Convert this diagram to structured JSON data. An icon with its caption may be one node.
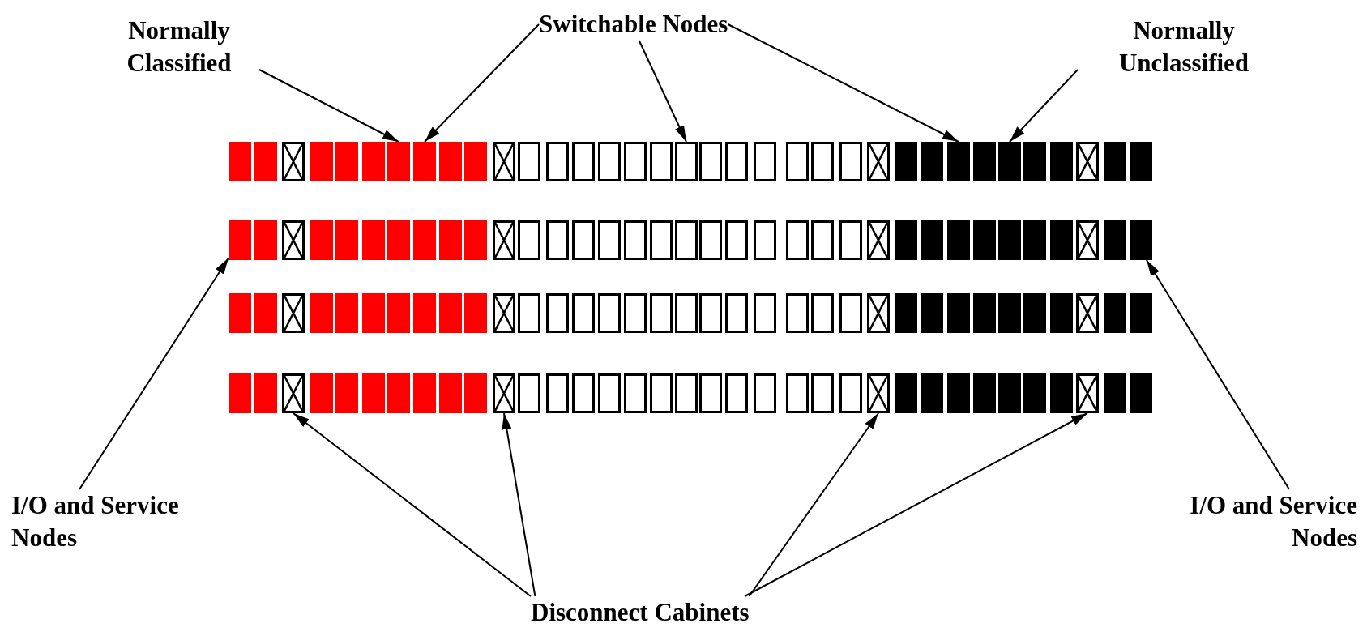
{
  "diagram": {
    "nodes": [
      {
        "text": [
          "Normally Classified"
        ]
      },
      {
        "text": [
          "Switchable Nodes"
        ]
      },
      {
        "text": [
          "Normally Unclassified"
        ]
      },
      {
        "text": [],
        "shape": "box"
      },
      {
        "text": [],
        "shape": "box"
      },
      {
        "text": [],
        "shape": "box"
      },
      {
        "text": [],
        "shape": "box"
      },
      {
        "text": [],
        "shape": "box"
      },
      {
        "text": [],
        "shape": "box"
      },
      {
        "text": [],
        "shape": "box"
      },
      {
        "text": [],
        "shape": "box"
      },
      {
        "text": [],
        "shape": "box"
      },
      {
        "text": [],
        "shape": "box"
      },
      {
        "text": [],
        "shape": "box"
      },
      {
        "text": [],
        "shape": "box"
      },
      {
        "text": [],
        "shape": "box"
      },
      {
        "text": [],
        "shape": "box"
      },
      {
        "text": [],
        "shape": "box"
      },
      {
        "text": [],
        "shape": "box"
      },
      {
        "text": [],
        "shape": "box"
      },
      {
        "text": [],
        "shape": "box"
      },
      {
        "text": [],
        "shape": "box"
      },
      {
        "text": [],
        "shape": "box"
      },
      {
        "text": [],
        "shape": "box"
      },
      {
        "text": [],
        "shape": "box"
      },
      {
        "text": [],
        "shape": "box"
      },
      {
        "text": [],
        "shape": "box"
      },
      {
        "text": [],
        "shape": "box"
      },
      {
        "text": [],
        "shape": "box"
      },
      {
        "text": [],
        "shape": "box"
      },
      {
        "text": [],
        "shape": "box"
      },
      {
        "text": [],
        "shape": "box"
      },
      {
        "text": [],
        "shape": "box"
      },
      {
        "text": [],
        "shape": "box"
      },
      {
        "text": [],
        "shape": "box"
      },
      {
        "text": [],
        "shape": "box"
      },
      {
        "text": [],
        "shape": "box"
      },
      {
        "text": [],
        "shape": "box"
      },
      {
        "text": [],
        "shape": "box"
      },
      {
        "text": [],
        "shape": "box"
      },
      {
        "text": [],
        "shape": "box"
      },
      {
        "text": [],
        "shape": "box"
      },
      {
        "text": [],
        "shape": "box"
      },
      {
        "text": [],
        "shape": "box"
      },
      {
        "text": [],
        "shape": "box"
      },
      {
        "text": [],
        "shape": "box"
      },
      {
        "text": [],
        "shape": "box"
      },
      {
        "text": [],
        "shape": "box"
      },
      {
        "text": [],
        "shape": "box"
      },
      {
        "text": [],
        "shape": "box"
      },
      {
        "text": [],
        "shape": "box"
      },
      {
        "text": [],
        "shape": "box"
      },
      {
        "text": [],
        "shape": "box"
      },
      {
        "text": [],
        "shape": "box"
      },
      {
        "text": [],
        "shape": "box"
      },
      {
        "text": [],
        "shape": "box"
      },
      {
        "text": [],
        "shape": "box"
      },
      {
        "text": [],
        "shape": "box"
      },
      {
        "text": [],
        "shape": "box"
      },
      {
        "text": [],
        "shape": "box"
      },
      {
        "text": [],
        "shape": "box"
      },
      {
        "text": [],
        "shape": "box"
      },
      {
        "text": [],
        "shape": "box"
      },
      {
        "text": [],
        "shape": "box"
      },
      {
        "text": [],
        "shape": "box"
      },
      {
        "text": [],
        "shape": "box"
      },
      {
        "text": [],
        "shape": "box"
      },
      {
        "text": [],
        "shape": "box"
      },
      {
        "text": [],
        "shape": "box"
      },
      {
        "text": [],
        "shape": "box"
      },
      {
        "text": [],
        "shape": "box"
      },
      {
        "text": [],
        "shape": "box"
      },
      {
        "text": [],
        "shape": "box"
      },
      {
        "text": [],
        "shape": "box"
      },
      {
        "text": [],
        "shape": "box"
      },
      {
        "text": [],
        "shape": "box"
      },
      {
        "text": [],
        "shape": "box"
      },
      {
        "text": [],
        "shape": "box"
      },
      {
        "text": [],
        "shape": "box"
      },
      {
        "text": [],
        "shape": "box"
      },
      {
        "text": [],
        "shape": "box"
      },
      {
        "text": [],
        "shape": "box"
      },
      {
        "text": [],
        "shape": "box"
      },
      {
        "text": [],
        "shape": "box"
      },
      {
        "text": [],
        "shape": "box"
      },
      {
        "text": [],
        "shape": "box"
      },
      {
        "text": [],
        "shape": "box"
      },
      {
        "text": [],
        "shape": "box"
      },
      {
        "text": [],
        "shape": "box"
      },
      {
        "text": [],
        "shape": "box"
      },
      {
        "text": [],
        "shape": "box"
      },
      {
        "text": [],
        "shape": "box"
      },
      {
        "text": [],
        "shape": "box"
      },
      {
        "text": [],
        "shape": "box"
      },
      {
        "text": [],
        "shape": "box"
      },
      {
        "text": [],
        "shape": "box"
      },
      {
        "text": [],
        "shape": "box"
      },
      {
        "text": [],
        "shape": "box"
      },
      {
        "text": [],
        "shape": "box"
      },
      {
        "text": [],
        "shape": "box"
      },
      {
        "text": [],
        "shape": "box"
      },
      {
        "text": [],
        "shape": "box"
      },
      {
        "text": [],
        "shape": "box"
      },
      {
        "text": [],
        "shape": "box"
      },
      {
        "text": [],
        "shape": "box"
      },
      {
        "text": [],
        "shape": "box"
      },
      {
        "text": [],
        "shape": "box"
      },
      {
        "text": [],
        "shape": "box"
      },
      {
        "text": [],
        "shape": "box"
      },
      {
        "text": [],
        "shape": "box"
      },
      {
        "text": [],
        "shape": "box"
      },
      {
        "text": [],
        "shape": "box"
      },
      {
        "text": [],
        "shape": "box"
      },
      {
        "text": [],
        "shape": "box"
      },
      {
        "text": [],
        "shape": "box"
      },
      {
        "text": [],
        "shape": "box"
      },
      {
        "text": [],
        "shape": "box"
      },
      {
        "text": [],
        "shape": "box"
      },
      {
        "text": [],
        "shape": "box"
      },
      {
        "text": [],
        "shape": "box"
      },
      {
        "text": [],
        "shape": "box"
      },
      {
        "text": [],
        "shape": "box"
      },
      {
        "text": [],
        "shape": "box"
      },
      {
        "text": [],
        "shape": "box"
      },
      {
        "text": [],
        "shape": "box"
      },
      {
        "text": [],
        "shape": "box"
      },
      {
        "text": [],
        "shape": "box"
      },
      {
        "text": [],
        "shape": "box"
      },
      {
        "text": [],
        "shape": "box"
      },
      {
        "text": [],
        "shape": "box"
      },
      {
        "text": [],
        "shape": "box"
      },
      {
        "text": [],
        "shape": "box"
      },
      {
        "text": [],
        "shape": "box"
      },
      {
        "text": [],
        "shape": "box"
      },
      {
        "text": [],
        "shape": "box"
      },
      {
        "text": [],
        "shape": "box"
      },
      {
        "text": [],
        "shape": "box"
      },
      {
        "text": [],
        "shape": "box"
      },
      {
        "text": [],
        "shape": "box"
      },
      {
        "text": [],
        "shape": "box"
      },
      {
        "text": [],
        "shape": "box"
      },
      {
        "text": [],
        "shape": "box"
      },
      {
        "text": [],
        "shape": "box"
      },
      {
        "text": [
          "I/O and Service Nodes"
        ]
      },
      {
        "text": [
          "I/O and Service Nodes"
        ]
      },
      {
        "text": [
          "Disconnect Cabinets"
        ]
      }
    ],
    "edges": [
      {
        "from": 0,
        "to": 9,
        "arrow": "to"
      },
      {
        "from": 1,
        "to": 10,
        "arrow": "to"
      },
      {
        "from": 1,
        "to": 20,
        "arrow": "to"
      },
      {
        "from": 1,
        "to": 30,
        "arrow": "to"
      },
      {
        "from": 2,
        "to": 32,
        "arrow": "to"
      },
      {
        "from": 143,
        "to": 38,
        "arrow": "to"
      },
      {
        "from": 144,
        "to": 72,
        "arrow": "to"
      },
      {
        "from": 145,
        "to": 110,
        "arrow": "to"
      },
      {
        "from": 145,
        "to": 118,
        "arrow": "to"
      },
      {
        "from": 145,
        "to": 132,
        "arrow": "to"
      },
      {
        "from": 145,
        "to": 140,
        "arrow": "to"
      }
    ]
  }
}
